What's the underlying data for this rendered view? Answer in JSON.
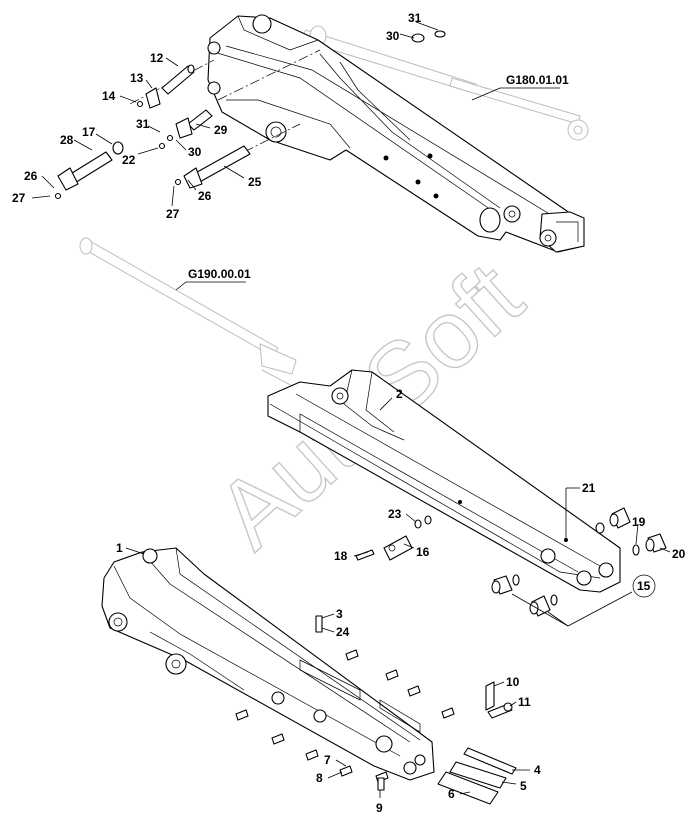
{
  "watermark": "AutoSoft",
  "refs": {
    "cyl_top": "G180.01.01",
    "cyl_mid": "G190.00.01"
  },
  "labels": {
    "l31a": "31",
    "l30a": "30",
    "l12": "12",
    "l13": "13",
    "l14": "14",
    "l17": "17",
    "l28": "28",
    "l31b": "31",
    "l29": "29",
    "l22": "22",
    "l30b": "30",
    "l26a": "26",
    "l27a": "27",
    "l25": "25",
    "l27b": "27",
    "l26b": "26",
    "l2": "2",
    "l21": "21",
    "l23": "23",
    "l19": "19",
    "l18": "18",
    "l16": "16",
    "l20": "20",
    "l15": "15",
    "l1": "1",
    "l3": "3",
    "l24": "24",
    "l10": "10",
    "l11": "11",
    "l7": "7",
    "l8": "8",
    "l4": "4",
    "l5": "5",
    "l6": "6",
    "l9": "9"
  }
}
